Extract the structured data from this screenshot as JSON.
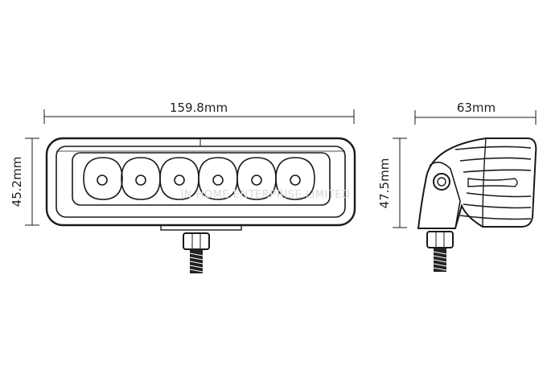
{
  "dimensions": {
    "front_width": "159.8mm",
    "front_height": "45.2mm",
    "side_width": "63mm",
    "side_height": "47.5mm"
  },
  "watermark": "IN HOME ENTERPRISE LIMITED",
  "led_count": 6,
  "colors": {
    "line": "#1a1a1a",
    "background": "#ffffff",
    "watermark": "#d9d9d9"
  }
}
